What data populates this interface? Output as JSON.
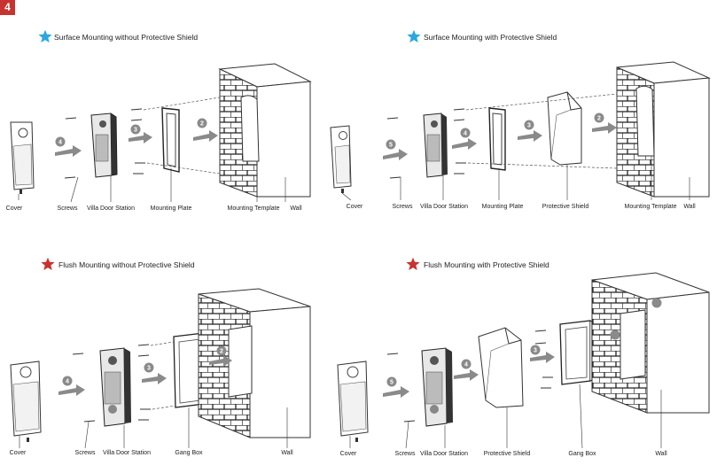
{
  "step": "4",
  "panels": [
    {
      "title": "Surface Mounting without Protective Shield",
      "star_color": "#29a8e0",
      "labels": [
        "Cover",
        "Screws",
        "Villa Door Station",
        "Mounting Plate",
        "Mounting Template",
        "Wall"
      ],
      "arrows": [
        "4",
        "3",
        "2"
      ]
    },
    {
      "title": "Surface Mounting with Protective Shield",
      "star_color": "#29a8e0",
      "labels": [
        "Cover",
        "Screws",
        "Villa Door Station",
        "Mounting Plate",
        "Protective Shield",
        "Mounting Template",
        "Wall"
      ],
      "arrows": [
        "5",
        "4",
        "3",
        "2"
      ]
    },
    {
      "title": "Flush Mounting without Protective Shield",
      "star_color": "#c8322f",
      "labels": [
        "Cover",
        "Screws",
        "Villa Door Station",
        "Gang Box",
        "Wall"
      ],
      "arrows": [
        "4",
        "3",
        "2"
      ]
    },
    {
      "title": "Flush Mounting with Protective Shield",
      "star_color": "#c8322f",
      "labels": [
        "Cover",
        "Screws",
        "Villa Door Station",
        "Protective Shield",
        "Gang Box",
        "Wall"
      ],
      "arrows": [
        "5",
        "4",
        "3"
      ]
    }
  ]
}
